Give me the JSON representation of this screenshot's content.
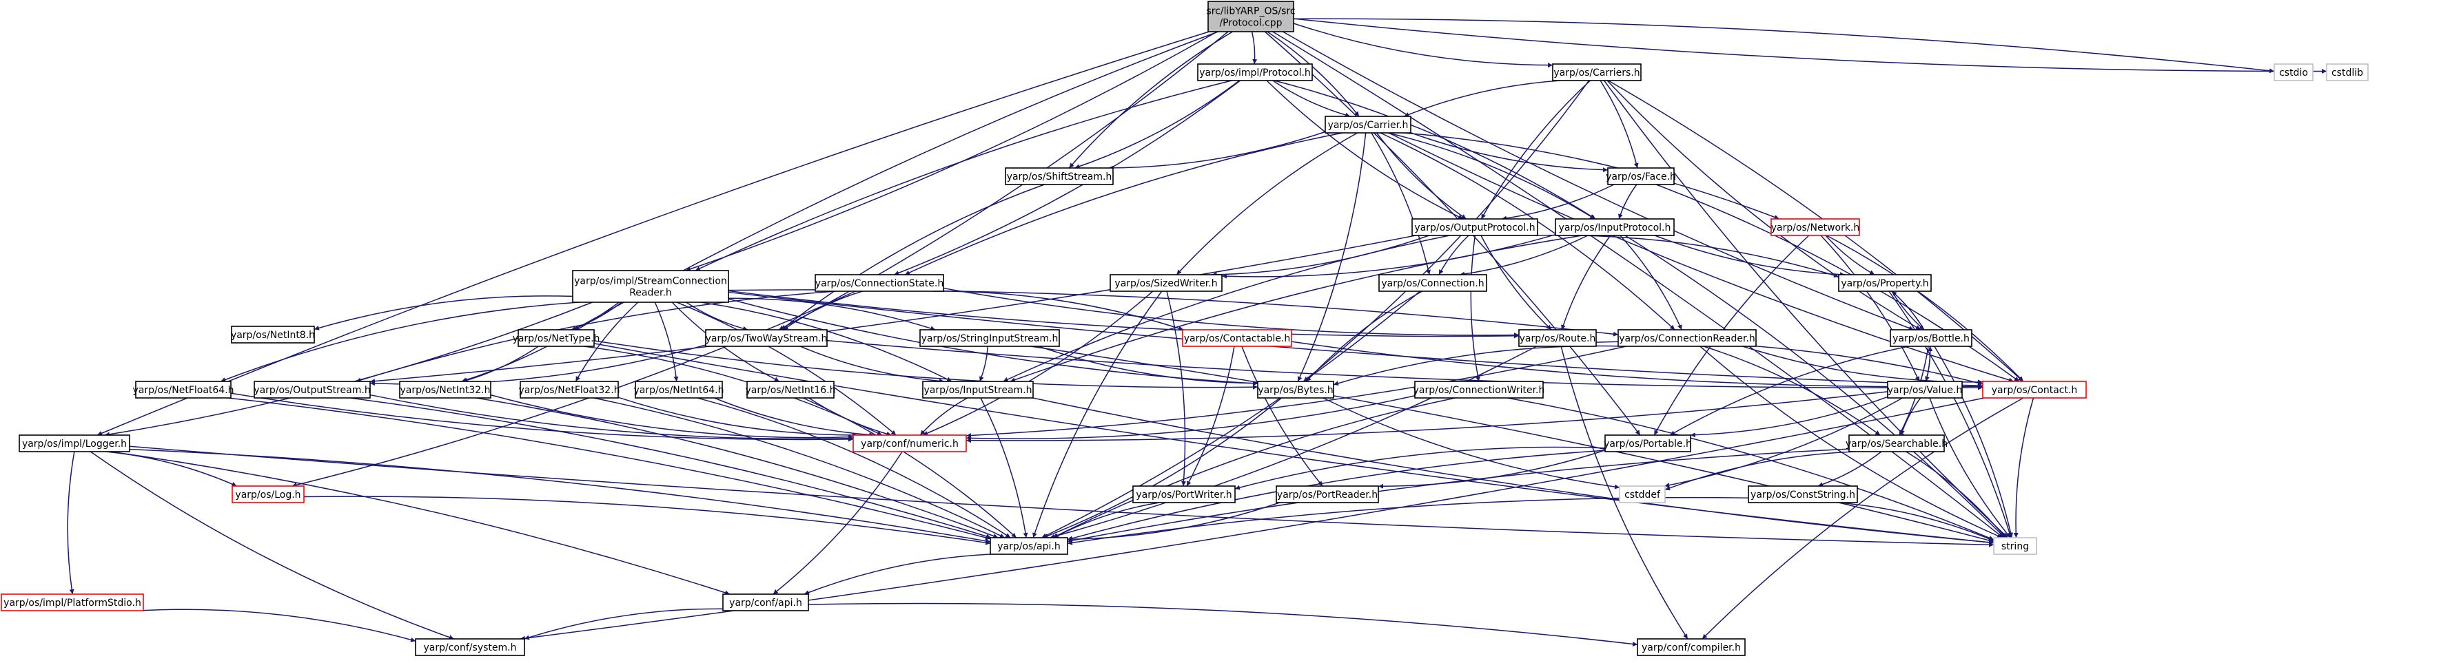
{
  "colors": {
    "edge": "#191970",
    "node_border": "#000000",
    "node_border_truncated": "#ff0000",
    "node_border_system": "#bfbfbf",
    "node_fill_root": "#bfbfbf",
    "node_fill": "#ffffff",
    "text": "#000000"
  },
  "nodes": [
    {
      "id": "protocol_cpp",
      "lines": [
        "src/libYARP_OS/src",
        "/Protocol.cpp"
      ],
      "kind": "root"
    },
    {
      "id": "impl_protocol",
      "lines": [
        "yarp/os/impl/Protocol.h"
      ],
      "kind": "normal"
    },
    {
      "id": "carriers",
      "lines": [
        "yarp/os/Carriers.h"
      ],
      "kind": "normal"
    },
    {
      "id": "cstdio",
      "lines": [
        "cstdio"
      ],
      "kind": "system"
    },
    {
      "id": "cstdlib",
      "lines": [
        "cstdlib"
      ],
      "kind": "system"
    },
    {
      "id": "carrier",
      "lines": [
        "yarp/os/Carrier.h"
      ],
      "kind": "normal"
    },
    {
      "id": "shiftstream",
      "lines": [
        "yarp/os/ShiftStream.h"
      ],
      "kind": "normal"
    },
    {
      "id": "face",
      "lines": [
        "yarp/os/Face.h"
      ],
      "kind": "normal"
    },
    {
      "id": "network",
      "lines": [
        "yarp/os/Network.h"
      ],
      "kind": "truncated"
    },
    {
      "id": "outputprotocol",
      "lines": [
        "yarp/os/OutputProtocol.h"
      ],
      "kind": "normal"
    },
    {
      "id": "inputprotocol",
      "lines": [
        "yarp/os/InputProtocol.h"
      ],
      "kind": "normal"
    },
    {
      "id": "streamconnectionreader",
      "lines": [
        "yarp/os/impl/StreamConnection",
        "Reader.h"
      ],
      "kind": "normal"
    },
    {
      "id": "connectionstate",
      "lines": [
        "yarp/os/ConnectionState.h"
      ],
      "kind": "normal"
    },
    {
      "id": "sizedwriter",
      "lines": [
        "yarp/os/SizedWriter.h"
      ],
      "kind": "normal"
    },
    {
      "id": "connection",
      "lines": [
        "yarp/os/Connection.h"
      ],
      "kind": "normal"
    },
    {
      "id": "property",
      "lines": [
        "yarp/os/Property.h"
      ],
      "kind": "normal"
    },
    {
      "id": "netint8",
      "lines": [
        "yarp/os/NetInt8.h"
      ],
      "kind": "normal"
    },
    {
      "id": "nettype",
      "lines": [
        "yarp/os/NetType.h"
      ],
      "kind": "normal"
    },
    {
      "id": "twowaystream",
      "lines": [
        "yarp/os/TwoWayStream.h"
      ],
      "kind": "normal"
    },
    {
      "id": "stringinputstream",
      "lines": [
        "yarp/os/StringInputStream.h"
      ],
      "kind": "normal"
    },
    {
      "id": "contactable",
      "lines": [
        "yarp/os/Contactable.h"
      ],
      "kind": "truncated"
    },
    {
      "id": "route",
      "lines": [
        "yarp/os/Route.h"
      ],
      "kind": "normal"
    },
    {
      "id": "connectionreader",
      "lines": [
        "yarp/os/ConnectionReader.h"
      ],
      "kind": "normal"
    },
    {
      "id": "bottle",
      "lines": [
        "yarp/os/Bottle.h"
      ],
      "kind": "normal"
    },
    {
      "id": "netfloat64",
      "lines": [
        "yarp/os/NetFloat64.h"
      ],
      "kind": "normal"
    },
    {
      "id": "outputstream",
      "lines": [
        "yarp/os/OutputStream.h"
      ],
      "kind": "normal"
    },
    {
      "id": "netint32",
      "lines": [
        "yarp/os/NetInt32.h"
      ],
      "kind": "normal"
    },
    {
      "id": "netfloat32",
      "lines": [
        "yarp/os/NetFloat32.h"
      ],
      "kind": "normal"
    },
    {
      "id": "netint64",
      "lines": [
        "yarp/os/NetInt64.h"
      ],
      "kind": "normal"
    },
    {
      "id": "netint16",
      "lines": [
        "yarp/os/NetInt16.h"
      ],
      "kind": "normal"
    },
    {
      "id": "inputstream",
      "lines": [
        "yarp/os/InputStream.h"
      ],
      "kind": "normal"
    },
    {
      "id": "bytes",
      "lines": [
        "yarp/os/Bytes.h"
      ],
      "kind": "normal"
    },
    {
      "id": "connectionwriter",
      "lines": [
        "yarp/os/ConnectionWriter.h"
      ],
      "kind": "normal"
    },
    {
      "id": "value",
      "lines": [
        "yarp/os/Value.h"
      ],
      "kind": "normal"
    },
    {
      "id": "contact",
      "lines": [
        "yarp/os/Contact.h"
      ],
      "kind": "truncated"
    },
    {
      "id": "logger",
      "lines": [
        "yarp/os/impl/Logger.h"
      ],
      "kind": "normal"
    },
    {
      "id": "numeric",
      "lines": [
        "yarp/conf/numeric.h"
      ],
      "kind": "truncated"
    },
    {
      "id": "portable",
      "lines": [
        "yarp/os/Portable.h"
      ],
      "kind": "normal"
    },
    {
      "id": "searchable",
      "lines": [
        "yarp/os/Searchable.h"
      ],
      "kind": "normal"
    },
    {
      "id": "log",
      "lines": [
        "yarp/os/Log.h"
      ],
      "kind": "truncated"
    },
    {
      "id": "portwriter",
      "lines": [
        "yarp/os/PortWriter.h"
      ],
      "kind": "normal"
    },
    {
      "id": "portreader",
      "lines": [
        "yarp/os/PortReader.h"
      ],
      "kind": "normal"
    },
    {
      "id": "cstddef",
      "lines": [
        "cstddef"
      ],
      "kind": "system"
    },
    {
      "id": "conststring",
      "lines": [
        "yarp/os/ConstString.h"
      ],
      "kind": "normal"
    },
    {
      "id": "api",
      "lines": [
        "yarp/os/api.h"
      ],
      "kind": "normal"
    },
    {
      "id": "string",
      "lines": [
        "string"
      ],
      "kind": "system"
    },
    {
      "id": "platformstdio",
      "lines": [
        "yarp/os/impl/PlatformStdio.h"
      ],
      "kind": "truncated"
    },
    {
      "id": "confapi",
      "lines": [
        "yarp/conf/api.h"
      ],
      "kind": "normal"
    },
    {
      "id": "system",
      "lines": [
        "yarp/conf/system.h"
      ],
      "kind": "normal"
    },
    {
      "id": "compiler",
      "lines": [
        "yarp/conf/compiler.h"
      ],
      "kind": "normal"
    }
  ],
  "edges": [
    [
      "protocol_cpp",
      "impl_protocol"
    ],
    [
      "protocol_cpp",
      "carriers"
    ],
    [
      "protocol_cpp",
      "cstdio"
    ],
    [
      "protocol_cpp",
      "cstdlib"
    ],
    [
      "protocol_cpp",
      "carrier"
    ],
    [
      "protocol_cpp",
      "shiftstream"
    ],
    [
      "protocol_cpp",
      "streamconnectionreader"
    ],
    [
      "protocol_cpp",
      "nettype"
    ],
    [
      "protocol_cpp",
      "twowaystream"
    ],
    [
      "protocol_cpp",
      "logger"
    ],
    [
      "protocol_cpp",
      "portable"
    ],
    [
      "protocol_cpp",
      "bottle"
    ],
    [
      "protocol_cpp",
      "string"
    ],
    [
      "impl_protocol",
      "carrier"
    ],
    [
      "impl_protocol",
      "shiftstream"
    ],
    [
      "impl_protocol",
      "streamconnectionreader"
    ],
    [
      "impl_protocol",
      "connectionstate"
    ],
    [
      "impl_protocol",
      "outputprotocol"
    ],
    [
      "impl_protocol",
      "inputprotocol"
    ],
    [
      "carriers",
      "carrier"
    ],
    [
      "carriers",
      "face"
    ],
    [
      "carriers",
      "outputprotocol"
    ],
    [
      "carriers",
      "bytes"
    ],
    [
      "carriers",
      "bottle"
    ],
    [
      "carriers",
      "contact"
    ],
    [
      "carriers",
      "string"
    ],
    [
      "carrier",
      "shiftstream"
    ],
    [
      "carrier",
      "face"
    ],
    [
      "carrier",
      "network"
    ],
    [
      "carrier",
      "outputprotocol"
    ],
    [
      "carrier",
      "connection"
    ],
    [
      "carrier",
      "sizedwriter"
    ],
    [
      "carrier",
      "connectionreader"
    ],
    [
      "carrier",
      "connectionstate"
    ],
    [
      "carrier",
      "bytes"
    ],
    [
      "carrier",
      "contact"
    ],
    [
      "carrier",
      "inputprotocol"
    ],
    [
      "shiftstream",
      "twowaystream"
    ],
    [
      "face",
      "outputprotocol"
    ],
    [
      "face",
      "inputprotocol"
    ],
    [
      "face",
      "contact"
    ],
    [
      "network",
      "property"
    ],
    [
      "network",
      "contact"
    ],
    [
      "network",
      "portable"
    ],
    [
      "network",
      "value"
    ],
    [
      "outputprotocol",
      "connection"
    ],
    [
      "outputprotocol",
      "sizedwriter"
    ],
    [
      "outputprotocol",
      "route"
    ],
    [
      "outputprotocol",
      "property"
    ],
    [
      "outputprotocol",
      "connectionwriter"
    ],
    [
      "outputprotocol",
      "outputstream"
    ],
    [
      "outputprotocol",
      "inputstream"
    ],
    [
      "inputprotocol",
      "connection"
    ],
    [
      "inputprotocol",
      "route"
    ],
    [
      "inputprotocol",
      "connectionreader"
    ],
    [
      "inputprotocol",
      "property"
    ],
    [
      "inputprotocol",
      "sizedwriter"
    ],
    [
      "inputprotocol",
      "inputstream"
    ],
    [
      "inputprotocol",
      "string"
    ],
    [
      "streamconnectionreader",
      "netint8"
    ],
    [
      "streamconnectionreader",
      "nettype"
    ],
    [
      "streamconnectionreader",
      "twowaystream"
    ],
    [
      "streamconnectionreader",
      "stringinputstream"
    ],
    [
      "streamconnectionreader",
      "route"
    ],
    [
      "streamconnectionreader",
      "connectionreader"
    ],
    [
      "streamconnectionreader",
      "netfloat64"
    ],
    [
      "streamconnectionreader",
      "netint32"
    ],
    [
      "streamconnectionreader",
      "netfloat32"
    ],
    [
      "streamconnectionreader",
      "netint64"
    ],
    [
      "streamconnectionreader",
      "netint16"
    ],
    [
      "streamconnectionreader",
      "inputstream"
    ],
    [
      "streamconnectionreader",
      "bytes"
    ],
    [
      "streamconnectionreader",
      "logger"
    ],
    [
      "streamconnectionreader",
      "contact"
    ],
    [
      "streamconnectionreader",
      "numeric"
    ],
    [
      "connectionstate",
      "twowaystream"
    ],
    [
      "connectionstate",
      "contactable"
    ],
    [
      "connectionstate",
      "route"
    ],
    [
      "connectionstate",
      "log"
    ],
    [
      "connectionstate",
      "outputstream"
    ],
    [
      "sizedwriter",
      "portwriter"
    ],
    [
      "sizedwriter",
      "api"
    ],
    [
      "sizedwriter",
      "numeric"
    ],
    [
      "connection",
      "bytes"
    ],
    [
      "connection",
      "api"
    ],
    [
      "property",
      "bottle"
    ],
    [
      "property",
      "string"
    ],
    [
      "nettype",
      "bytes"
    ],
    [
      "nettype",
      "netint32"
    ],
    [
      "nettype",
      "string"
    ],
    [
      "nettype",
      "numeric"
    ],
    [
      "twowaystream",
      "inputstream"
    ],
    [
      "twowaystream",
      "outputstream"
    ],
    [
      "twowaystream",
      "contact"
    ],
    [
      "stringinputstream",
      "inputstream"
    ],
    [
      "stringinputstream",
      "bytes"
    ],
    [
      "stringinputstream",
      "string"
    ],
    [
      "contactable",
      "portreader"
    ],
    [
      "contactable",
      "portwriter"
    ],
    [
      "contactable",
      "contact"
    ],
    [
      "route",
      "contact"
    ],
    [
      "route",
      "compiler"
    ],
    [
      "route",
      "api"
    ],
    [
      "connectionreader",
      "bytes"
    ],
    [
      "connectionreader",
      "searchable"
    ],
    [
      "connectionreader",
      "contact"
    ],
    [
      "connectionreader",
      "numeric"
    ],
    [
      "connectionreader",
      "string"
    ],
    [
      "bottle",
      "value"
    ],
    [
      "bottle",
      "portable"
    ],
    [
      "bottle",
      "searchable"
    ],
    [
      "bottle",
      "property"
    ],
    [
      "bottle",
      "string"
    ],
    [
      "netfloat64",
      "numeric"
    ],
    [
      "netfloat64",
      "api"
    ],
    [
      "outputstream",
      "numeric"
    ],
    [
      "outputstream",
      "api"
    ],
    [
      "netint32",
      "numeric"
    ],
    [
      "netint32",
      "api"
    ],
    [
      "netfloat32",
      "numeric"
    ],
    [
      "netfloat32",
      "api"
    ],
    [
      "netint64",
      "numeric"
    ],
    [
      "netint64",
      "api"
    ],
    [
      "netint16",
      "numeric"
    ],
    [
      "netint16",
      "api"
    ],
    [
      "inputstream",
      "numeric"
    ],
    [
      "inputstream",
      "api"
    ],
    [
      "inputstream",
      "string"
    ],
    [
      "bytes",
      "api"
    ],
    [
      "bytes",
      "cstddef"
    ],
    [
      "connectionwriter",
      "numeric"
    ],
    [
      "connectionwriter",
      "api"
    ],
    [
      "connectionwriter",
      "string"
    ],
    [
      "value",
      "bottle"
    ],
    [
      "value",
      "portable"
    ],
    [
      "value",
      "searchable"
    ],
    [
      "value",
      "numeric"
    ],
    [
      "value",
      "string"
    ],
    [
      "value",
      "cstddef"
    ],
    [
      "contact",
      "string"
    ],
    [
      "contact",
      "system"
    ],
    [
      "contact",
      "compiler"
    ],
    [
      "logger",
      "log"
    ],
    [
      "logger",
      "platformstdio"
    ],
    [
      "logger",
      "confapi"
    ],
    [
      "logger",
      "system"
    ],
    [
      "logger",
      "api"
    ],
    [
      "logger",
      "string"
    ],
    [
      "numeric",
      "confapi"
    ],
    [
      "portable",
      "portwriter"
    ],
    [
      "portable",
      "portreader"
    ],
    [
      "portable",
      "api"
    ],
    [
      "searchable",
      "conststring"
    ],
    [
      "searchable",
      "api"
    ],
    [
      "searchable",
      "string"
    ],
    [
      "searchable",
      "cstddef"
    ],
    [
      "log",
      "api"
    ],
    [
      "portwriter",
      "api"
    ],
    [
      "portreader",
      "api"
    ],
    [
      "conststring",
      "api"
    ],
    [
      "conststring",
      "string"
    ],
    [
      "api",
      "confapi"
    ],
    [
      "platformstdio",
      "system"
    ],
    [
      "confapi",
      "system"
    ],
    [
      "confapi",
      "compiler"
    ]
  ]
}
